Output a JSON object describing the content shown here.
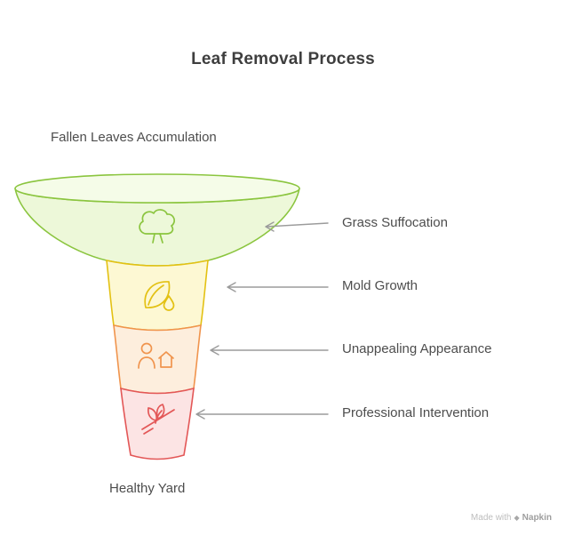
{
  "title": "Leaf Removal Process",
  "funnel": {
    "top_label": "Fallen Leaves Accumulation",
    "bottom_label": "Healthy Yard",
    "top_fill": "#f5fce8",
    "stages": [
      {
        "label": "Grass Suffocation",
        "icon": "cotton-cloud-icon",
        "fill": "#edf8d9",
        "stroke": "#8bc53f"
      },
      {
        "label": "Mold Growth",
        "icon": "leaf-droplet-icon",
        "fill": "#fdf8d3",
        "stroke": "#e3c113"
      },
      {
        "label": "Unappealing Appearance",
        "icon": "person-house-icon",
        "fill": "#fdeedd",
        "stroke": "#f0944d"
      },
      {
        "label": "Professional Intervention",
        "icon": "plant-sprout-icon",
        "fill": "#fce4e4",
        "stroke": "#e35757"
      }
    ]
  },
  "watermark": {
    "prefix": "Made with",
    "brand": "Napkin",
    "logo": "diamond"
  }
}
